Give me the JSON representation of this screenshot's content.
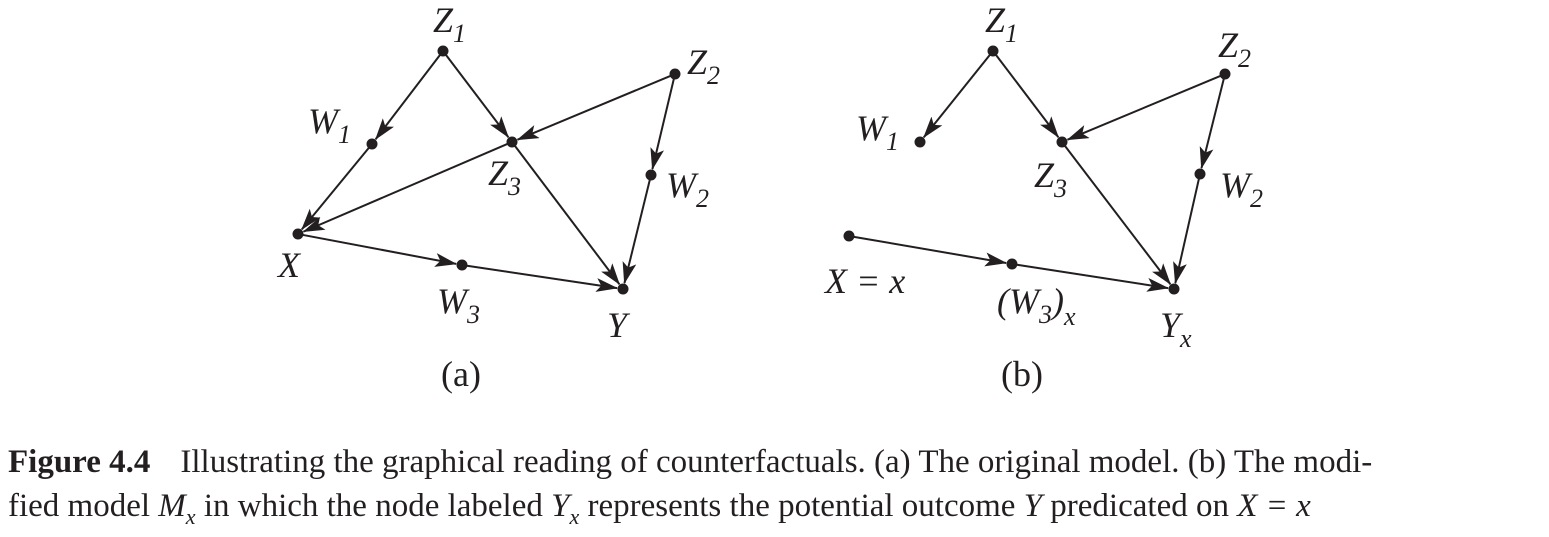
{
  "panels": [
    {
      "id": "a",
      "label": "(a)",
      "nodes": [
        {
          "id": "Z1",
          "text": "Z",
          "sub": "1"
        },
        {
          "id": "Z2",
          "text": "Z",
          "sub": "2"
        },
        {
          "id": "W1",
          "text": "W",
          "sub": "1"
        },
        {
          "id": "Z3",
          "text": "Z",
          "sub": "3"
        },
        {
          "id": "W2",
          "text": "W",
          "sub": "2"
        },
        {
          "id": "X",
          "text": "X",
          "sub": ""
        },
        {
          "id": "W3",
          "text": "W",
          "sub": "3"
        },
        {
          "id": "Y",
          "text": "Y",
          "sub": ""
        }
      ],
      "edges": [
        {
          "from": "Z1",
          "to": "W1"
        },
        {
          "from": "Z1",
          "to": "Z3"
        },
        {
          "from": "Z2",
          "to": "Z3"
        },
        {
          "from": "Z2",
          "to": "W2"
        },
        {
          "from": "W1",
          "to": "X"
        },
        {
          "from": "Z3",
          "to": "X"
        },
        {
          "from": "Z3",
          "to": "Y"
        },
        {
          "from": "W2",
          "to": "Y"
        },
        {
          "from": "X",
          "to": "W3"
        },
        {
          "from": "W3",
          "to": "Y"
        }
      ]
    },
    {
      "id": "b",
      "label": "(b)",
      "nodes": [
        {
          "id": "Z1",
          "text": "Z",
          "sub": "1"
        },
        {
          "id": "Z2",
          "text": "Z",
          "sub": "2"
        },
        {
          "id": "W1",
          "text": "W",
          "sub": "1"
        },
        {
          "id": "Z3",
          "text": "Z",
          "sub": "3"
        },
        {
          "id": "W2",
          "text": "W",
          "sub": "2"
        },
        {
          "id": "X",
          "text": "X = x",
          "sub": ""
        },
        {
          "id": "W3",
          "text": "(W",
          "sub": "3",
          "tail": ")",
          "outer_sub": "x"
        },
        {
          "id": "Y",
          "text": "Y",
          "sub": "x"
        }
      ],
      "edges": [
        {
          "from": "Z1",
          "to": "W1"
        },
        {
          "from": "Z1",
          "to": "Z3"
        },
        {
          "from": "Z2",
          "to": "Z3"
        },
        {
          "from": "Z2",
          "to": "W2"
        },
        {
          "from": "Z3",
          "to": "Y"
        },
        {
          "from": "W2",
          "to": "Y"
        },
        {
          "from": "X",
          "to": "W3"
        },
        {
          "from": "W3",
          "to": "Y"
        }
      ]
    }
  ],
  "caption": {
    "figure_number": "Figure 4.4",
    "line1": "Illustrating the graphical reading of counterfactuals. (a) The original model. (b) The modi-",
    "line2_pre": "fied model ",
    "model_symbol": "M",
    "model_sub": "x",
    "line2_mid": " in which the node labeled ",
    "node_symbol": "Y",
    "node_sub": "x",
    "line2_mid2": " represents the potential outcome ",
    "outcome_symbol": "Y",
    "line2_mid3": " predicated on ",
    "intervention": "X = x"
  }
}
